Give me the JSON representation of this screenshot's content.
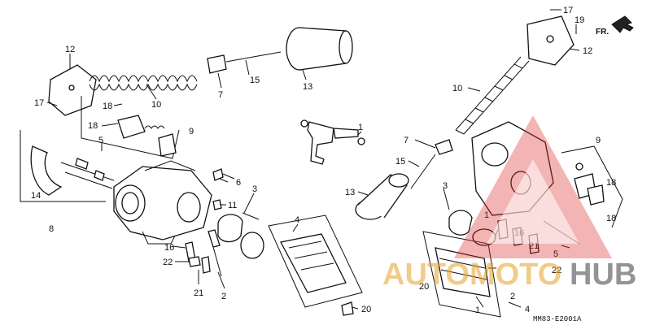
{
  "labels": {
    "l12a": "12",
    "l10a": "10",
    "l7a": "7",
    "l15a": "15",
    "l13a": "13",
    "l17a": "17",
    "l18a": "18",
    "l18b": "18",
    "l9a": "9",
    "l5a": "5",
    "l14": "14",
    "l8": "8",
    "l6": "6",
    "l3a": "3",
    "l11": "11",
    "l4a": "4",
    "l16a": "16",
    "l22a": "22",
    "l21a": "21",
    "l2a": "2",
    "l20a": "20",
    "l1a": "1",
    "l17b": "17",
    "l19": "19",
    "l12b": "12",
    "l10b": "10",
    "l7b": "7",
    "l15b": "15",
    "l9b": "9",
    "l18c": "18",
    "l18d": "18",
    "l13b": "13",
    "l3b": "3",
    "l1b": "1",
    "l16b": "16",
    "l21b": "21",
    "l5b": "5",
    "l22b": "22",
    "l20b": "20",
    "l2b": "2",
    "l1c": "1",
    "l4b": "4"
  },
  "direction_label": "FR.",
  "diagram_code": "MM83-E2001A",
  "watermark": {
    "part1": "AUTOMOTO",
    "part2": "HUB"
  },
  "colors": {
    "ink": "#111111",
    "watermark_red": "#dc2828",
    "watermark_orange": "#e6a028"
  }
}
